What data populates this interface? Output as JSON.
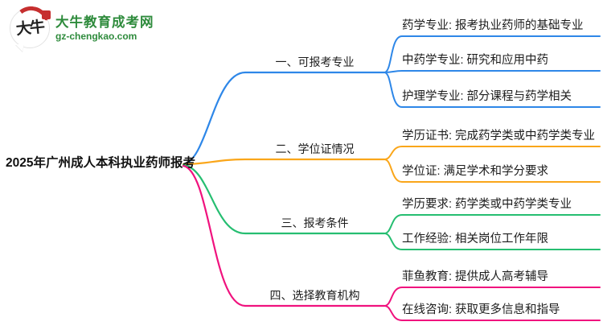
{
  "logo": {
    "icon_text": "大牛",
    "site_name": "大牛教育成考网",
    "site_domain": "gz-chengkao.com",
    "brand_color": "#2e8b3c",
    "seal_color": "#c62f2f"
  },
  "central_topic": "2025年广州成人本科执业药师报考",
  "branches": [
    {
      "label": "一、可报考专业",
      "color": "#2e87e8",
      "children": [
        {
          "label": "药学专业: 报考执业药师的基础专业"
        },
        {
          "label": "中药学专业: 研究和应用中药"
        },
        {
          "label": "护理学专业: 部分课程与药学相关"
        }
      ]
    },
    {
      "label": "二、学位证情况",
      "color": "#faa61a",
      "children": [
        {
          "label": "学历证书: 完成药学类或中药学类专业"
        },
        {
          "label": "学位证: 满足学术和学分要求"
        }
      ]
    },
    {
      "label": "三、报考条件",
      "color": "#26be71",
      "children": [
        {
          "label": "学历要求: 药学类或中药学类专业"
        },
        {
          "label": "工作经验: 相关岗位工作年限"
        }
      ]
    },
    {
      "label": "四、选择教育机构",
      "color": "#f0127e",
      "children": [
        {
          "label": "菲鱼教育: 提供成人高考辅导"
        },
        {
          "label": "在线咨询: 获取更多信息和指导"
        }
      ]
    }
  ]
}
